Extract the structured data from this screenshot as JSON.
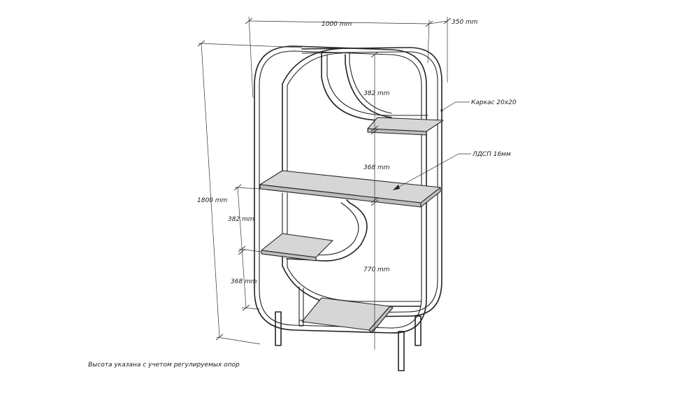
{
  "dimensions": {
    "width": "1000 mm",
    "depth": "350 mm",
    "height": "1800 mm",
    "upper_shelf_gap": "382 mm",
    "middle_gap": "368 mm",
    "bottom_clear": "770 mm",
    "left_upper_gap": "382 mm",
    "left_lower_gap": "368 mm"
  },
  "callouts": {
    "frame": "Каркас 20х20",
    "shelf_material": "ЛДСП 16мм"
  },
  "footnote": "Высота указана с учетом регулируемых опор"
}
